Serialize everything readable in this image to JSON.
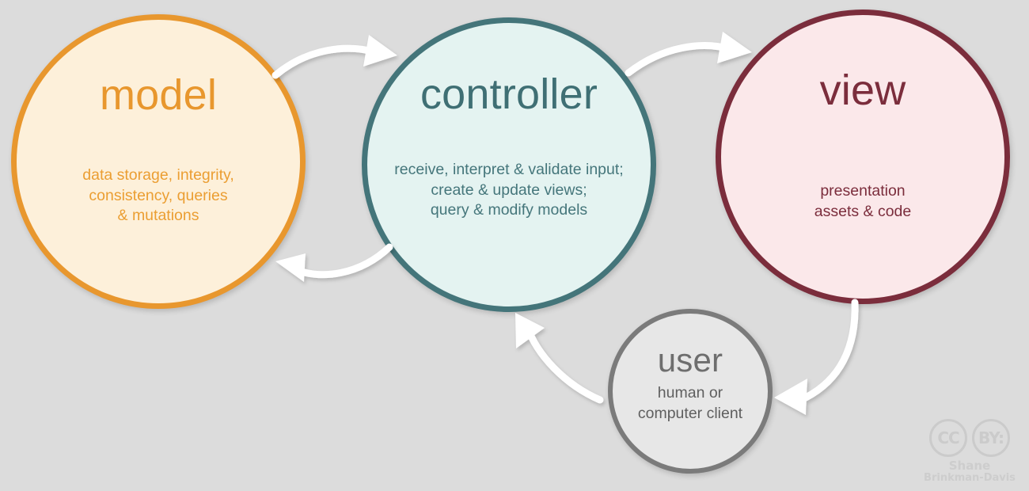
{
  "diagram": {
    "title": "Model-View-Controller (MVC) architecture diagram",
    "background_color": "#dcdcdc",
    "nodes": [
      {
        "id": "model",
        "title": "model",
        "description": "data storage, integrity,\nconsistency, queries\n& mutations",
        "fill_color": "#fdf0da",
        "border_color": "#e8972e",
        "text_color": "#e8972e"
      },
      {
        "id": "controller",
        "title": "controller",
        "description": "receive, interpret & validate input;\ncreate & update views;\nquery & modify models",
        "fill_color": "#e4f3f1",
        "border_color": "#44757a",
        "text_color": "#3f6f74"
      },
      {
        "id": "view",
        "title": "view",
        "description": "presentation\nassets & code",
        "fill_color": "#fbe8ea",
        "border_color": "#7b2d3c",
        "text_color": "#7b2d3c"
      },
      {
        "id": "user",
        "title": "user",
        "description": "human or\ncomputer client",
        "fill_color": "#e7e7e7",
        "border_color": "#7b7b7b",
        "text_color": "#6e6e6e"
      }
    ],
    "arrows": [
      {
        "id": "model-to-controller",
        "from": "model",
        "to": "controller",
        "label": ""
      },
      {
        "id": "controller-to-view",
        "from": "controller",
        "to": "view",
        "label": ""
      },
      {
        "id": "controller-to-model",
        "from": "controller",
        "to": "model",
        "label": ""
      },
      {
        "id": "view-to-user",
        "from": "view",
        "to": "user",
        "label": ""
      },
      {
        "id": "user-to-controller",
        "from": "user",
        "to": "controller",
        "label": ""
      }
    ],
    "arrow_color": "#ffffff"
  },
  "watermark": {
    "cc_label": "CC",
    "by_label": "BY:",
    "credit_line1": "Shane",
    "credit_line2": "Brinkman-Davis",
    "color": "#cbcbcb"
  }
}
